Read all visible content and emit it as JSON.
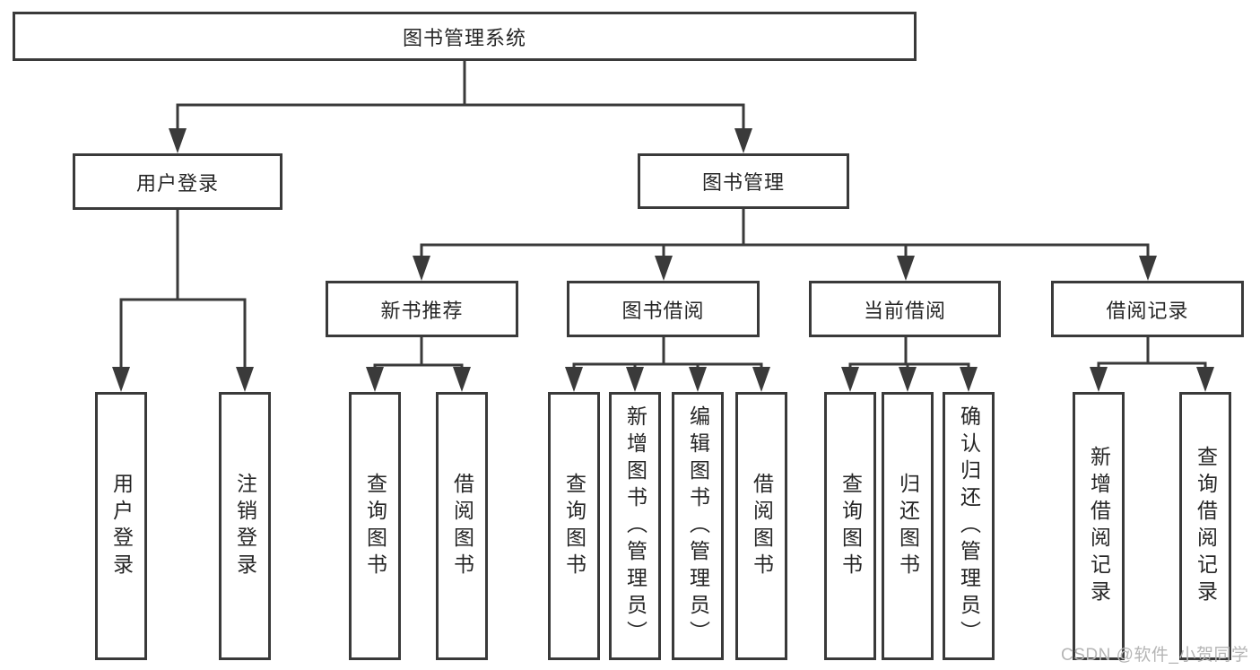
{
  "diagram": {
    "root": {
      "label": "图书管理系统"
    },
    "level2": [
      {
        "label": "用户登录",
        "children": [
          {
            "label": "用户登录"
          },
          {
            "label": "注销登录"
          }
        ]
      },
      {
        "label": "图书管理",
        "children": [
          {
            "label": "新书推荐",
            "children": [
              {
                "label": "查询图书"
              },
              {
                "label": "借阅图书"
              }
            ]
          },
          {
            "label": "图书借阅",
            "children": [
              {
                "label": "查询图书"
              },
              {
                "label": "新增图书（管理员）"
              },
              {
                "label": "编辑图书（管理员）"
              },
              {
                "label": "借阅图书"
              }
            ]
          },
          {
            "label": "当前借阅",
            "children": [
              {
                "label": "查询图书"
              },
              {
                "label": "归还图书"
              },
              {
                "label": "确认归还（管理员）"
              }
            ]
          },
          {
            "label": "借阅记录",
            "children": [
              {
                "label": "新增借阅记录"
              },
              {
                "label": "查询借阅记录"
              }
            ]
          }
        ]
      }
    ],
    "watermark": {
      "text": "CSDN @软件_小贺同学"
    },
    "colors": {
      "line": "#3a3a3a",
      "box_border": "#3a3a3a",
      "box_background": "#ffffff",
      "text": "#262626",
      "watermark": "#b5b5b5",
      "background": "#ffffff"
    }
  }
}
